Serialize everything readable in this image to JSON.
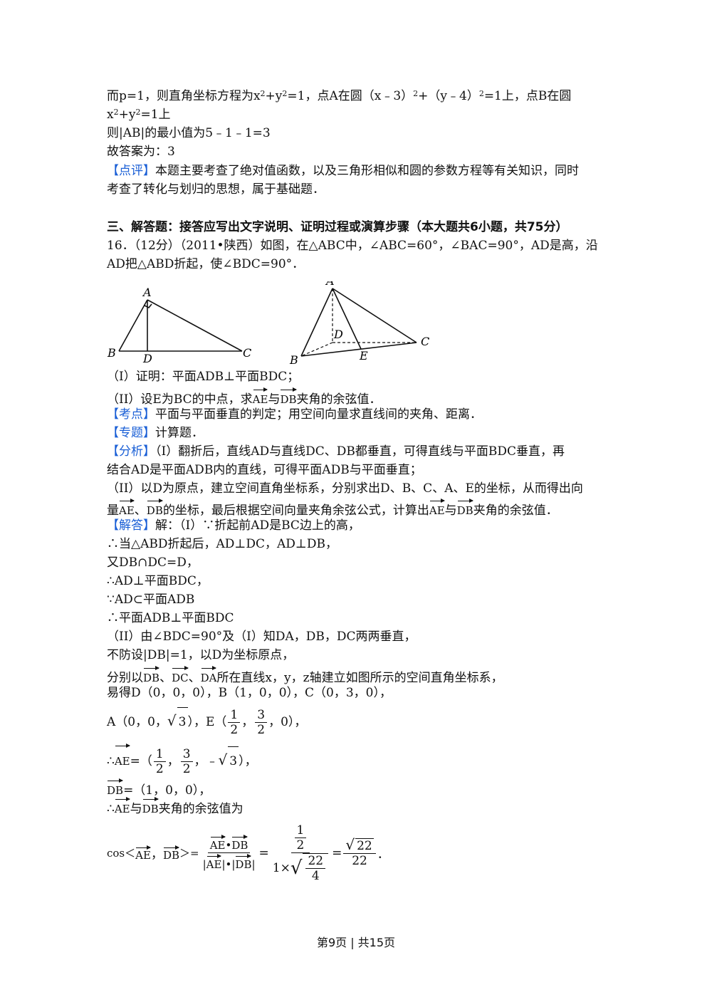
{
  "top": {
    "l1a": "而p=1，则直角坐标方程为x",
    "l1b": "+y",
    "l1c": "=1，点A在圆（x﹣3）",
    "l1d": "+（y﹣4）",
    "l1e": "=1上，点B在圆",
    "exp2": "2",
    "l2a": "x",
    "l2b": "+y",
    "l2c": "=1上",
    "l3": "则|AB|的最小值为5﹣1﹣1=3",
    "l4": "故答案为：3",
    "review_tag": "【点评】",
    "review1": "本题主要考查了绝对值函数，以及三角形相似和圆的参数方程等有关知识，同时",
    "review2": "考查了转化与划归的思想，属于基础题．"
  },
  "section_title": "三、解答题：接答应写出文字说明、证明过程或演算步骤（本大题共6小题，共75分）",
  "problem": {
    "line1": "16．（12分）（2011•陕西）如图，在△ABC中，∠ABC=60°，∠BAC=90°，AD是高，沿",
    "line2": "AD把△ABD折起，使∠BDC=90°．",
    "q1": "（I）证明：平面ADB⊥平面BDC；",
    "q2a": "（II）设E为BC的中点，求",
    "q2b": "与",
    "q2c": "夹角的余弦值．"
  },
  "figure": {
    "left_labels": [
      "A",
      "B",
      "D",
      "C"
    ],
    "right_labels": [
      "A",
      "D",
      "B",
      "E",
      "C"
    ]
  },
  "kaodian": {
    "tag": "【考点】",
    "text": "平面与平面垂直的判定；用空间向量求直线间的夹角、距离．"
  },
  "zhuanti": {
    "tag": "【专题】",
    "text": "计算题．"
  },
  "fenxi": {
    "tag": "【分析】",
    "l1": "（I）翻折后，直线AD与直线DC、DB都垂直，可得直线与平面BDC垂直，再",
    "l2": "结合AD是平面ADB内的直线，可得平面ADB与平面垂直；",
    "l3": "（II）以D为原点，建立空间直角坐标系，分别求出D、B、C、A、E的坐标，从而得出向",
    "l4a": "量",
    "l4b": "、",
    "l4c": "的坐标，最后根据空间向量夹角余弦公式，计算出",
    "l4d": "与",
    "l4e": "夹角的余弦值．"
  },
  "jieda": {
    "tag": "【解答】",
    "l1": "解：（I）∵折起前AD是BC边上的高，",
    "l2": "∴当△ABD折起后，AD⊥DC，AD⊥DB，",
    "l3": "又DB∩DC=D，",
    "l4": "∴AD⊥平面BDC，",
    "l5": "∵AD⊂平面ADB",
    "l6": "∴平面ADB⊥平面BDC",
    "l7": "（II）由∠BDC=90°及（I）知DA，DB，DC两两垂直，",
    "l8": "不防设|DB|=1，以D为坐标原点，",
    "l9a": "分别以",
    "l9b": "、",
    "l9c": "、",
    "l9d": "所在直线x，y，z轴建立如图所示的空间直角坐标系，",
    "l10": "易得D（0，0，0），B（1，0，0），C（0，3，0），",
    "l11a": "A（0，0，",
    "l11b": "），E（",
    "l11c": "，",
    "l11d": "，0），",
    "l12a": "∴",
    "l12b": "=（",
    "l12c": "，",
    "l12d": "，﹣",
    "l12e": "），",
    "l13a": "=（1，0，0），",
    "l14a": "∴",
    "l14b": "与",
    "l14c": "夹角的余弦值为",
    "cos_prefix": "cos＜",
    "cos_mid": "，",
    "cos_close": "＞=",
    "dot": "•",
    "bar": "|",
    "eq": "=",
    "one_times": "1×",
    "period": "．"
  },
  "math": {
    "AE": "AE",
    "DB": "DB",
    "DC": "DC",
    "DA": "DA",
    "sqrt3": "3",
    "one": "1",
    "two": "2",
    "three": "3",
    "sqrt22": "22",
    "den22": "22",
    "n22": "22",
    "d4": "4"
  },
  "footer": "第9页 | 共15页"
}
